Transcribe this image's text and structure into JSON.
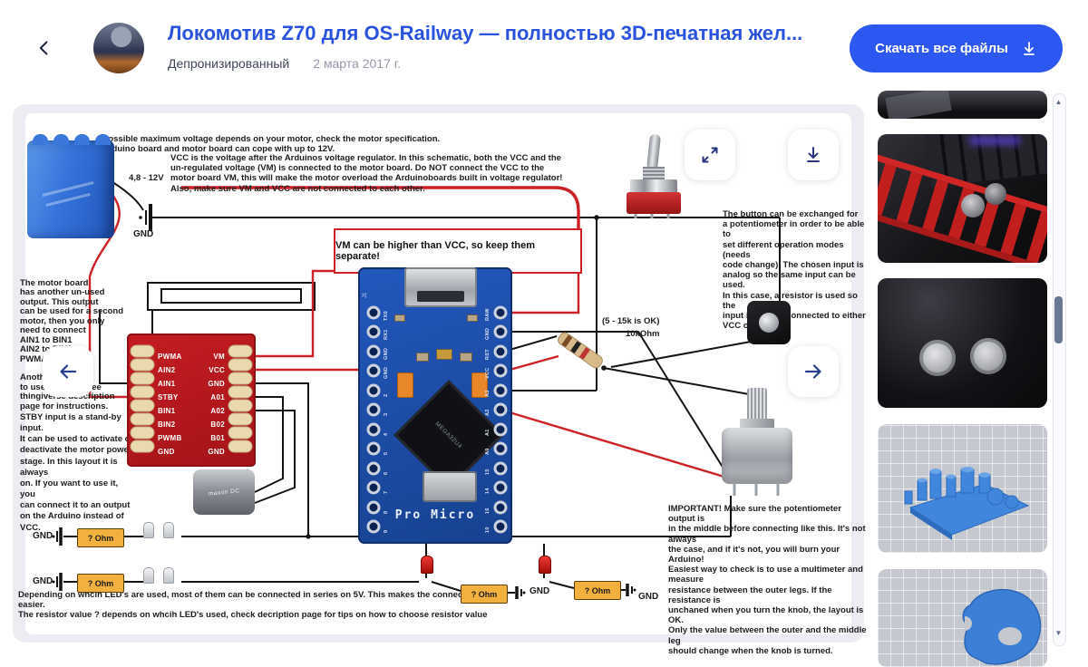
{
  "header": {
    "title": "Локомотив Z70 для OS-Railway — полностью 3D-печатная жел...",
    "author": "Депронизированный",
    "date": "2 марта 2017 г.",
    "download_button": "Скачать все файлы"
  },
  "labels": {
    "gnd": "GND",
    "ohm": "? Ohm"
  },
  "schematic": {
    "note_top": "Possible maximum voltage depends on your motor, check the motor specification.\nArduino board and motor board can cope with up to 12V.",
    "note_vcc": "VCC is the voltage after the Arduinos voltage regulator. In this schematic, both the VCC and the un-regulated voltage (VM) is connected to the motor board. Do NOT connect the VCC to the motor board VM, this will make the motor overload the Arduinoboards built in voltage regulator! Also, make sure VM and VCC are not connected to each other.",
    "battery_voltage": "4,8 - 12V",
    "note_vm": "VM can be higher than VCC, so keep them separate!",
    "note_button": "The button can be exchanged for\na potentiometer in order to be able to\nset different operation modes (needs\ncode change). The chosen input is\nanalog so the same input can be used.\nIn this case, a resistor is used so the\ninput is always connected to either\nVCC or GND.",
    "note_motor": "The motor board\nhas another un-used\noutput. This output\ncan be used for a second\nmotor, then you only\nneed to connect\nAIN1 to BIN1\nAIN2 to BIN2\nPWMA to PWMB\n\nAnother option is\nto use a sketch, see\nthingiverse description\npage for instructions.",
    "note_stby": "STBY input is a stand-by input.\nIt can be used to activate or\ndeactivate the motor power\nstage. In this layout it is always\non. If you want to use it, you\ncan connect it to an output\non the Arduino instead of VCC.",
    "resistor_ok": "(5 - 15k is OK)",
    "resistor_value": "10kOhm",
    "note_pot": "IMPORTANT! Make sure the potentiometer output is\nin the middle before connecting like this. It's not always\nthe case, and if it's not, you will burn your Arduino!\nEasiest way to check is to use a multimeter and measure\nresistance between the outer legs. If the resistance is\nunchaned when you turn the knob, the layout is OK.\nOnly the value between the outer and the middle leg\nshould change when the knob is turned.",
    "note_bottom": "Depending on whcih LED's are used, most of them can be connected in series on 5V. This makes the connection easier.\nThe resistor value ? depends on whcih LED's used, check decription page for tips on how to choose resistor value",
    "motor_label": "maxon DC",
    "driver": {
      "left": [
        "PWMA",
        "AIN2",
        "AIN1",
        "STBY",
        "BIN1",
        "BIN2",
        "PWMB",
        "GND"
      ],
      "right": [
        "VM",
        "VCC",
        "GND",
        "A01",
        "A02",
        "B02",
        "B01",
        "GND"
      ]
    },
    "arduino": {
      "j1": "J1",
      "name": "Pro Micro",
      "chip": "MEGA32U4",
      "left": [
        "TX0",
        "RX1",
        "GND",
        "GND",
        "2",
        "3",
        "4",
        "5",
        "6",
        "7",
        "8",
        "9"
      ],
      "right": [
        "RAW",
        "GND",
        "RST",
        "VCC",
        "A3",
        "A2",
        "A1",
        "A0",
        "15",
        "14",
        "16",
        "10"
      ]
    }
  },
  "colors": {
    "accent": "#2c57f0",
    "title_blue": "#2953de",
    "wire_red": "#ce2127",
    "board_red": "#c41d22",
    "board_blue": "#2258bd"
  }
}
